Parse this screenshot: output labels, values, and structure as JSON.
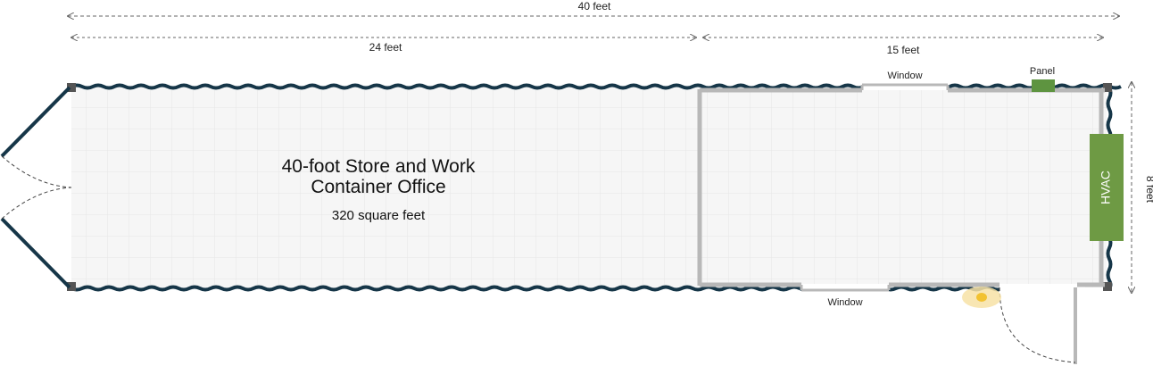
{
  "dimensions": {
    "overall": "40 feet",
    "left_section": "24 feet",
    "right_section": "15 feet",
    "width": "8 feet"
  },
  "room": {
    "title_line1": "40-foot Store and Work",
    "title_line2": "Container Office",
    "area": "320 square feet"
  },
  "features": {
    "window_top": "Window",
    "window_bottom": "Window",
    "panel": "Panel",
    "hvac": "HVAC"
  },
  "colors": {
    "container_wall": "#163648",
    "interior_wall": "#b8b8b8",
    "floor": "#f6f6f6",
    "hvac": "#6e9a44",
    "panel": "#5e9440",
    "light": "#f2c230"
  }
}
